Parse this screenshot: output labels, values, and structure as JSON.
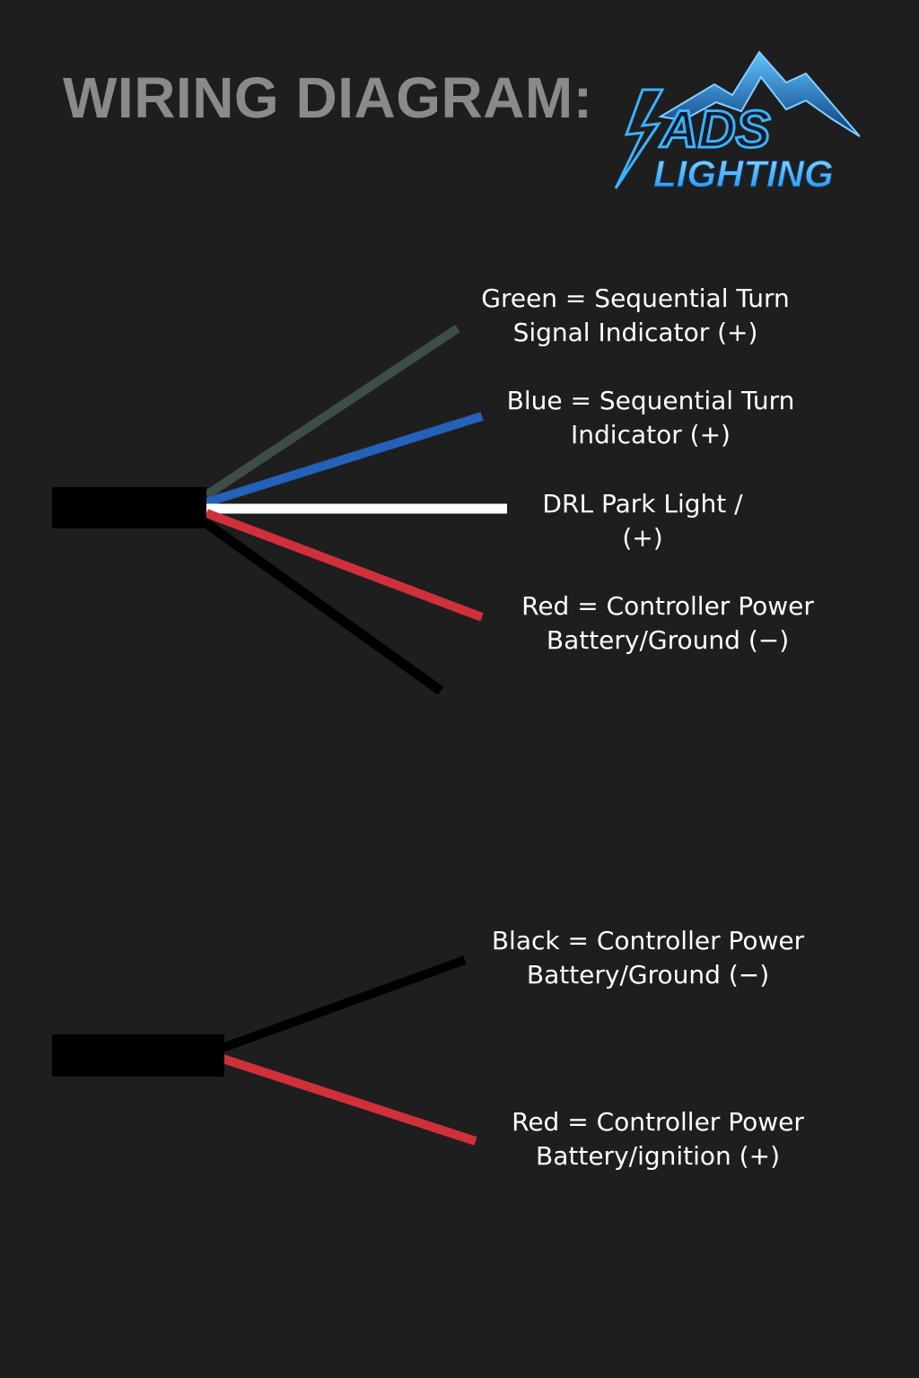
{
  "header": {
    "title": "WIRING DIAGRAM:",
    "logo_text_top": "ADS",
    "logo_text_bottom": "LIGHTING"
  },
  "connector_1": {
    "wires": [
      {
        "color_name": "green",
        "color": "#3d4d47",
        "label_line1": "Green = Sequential Turn",
        "label_line2": "Signal Indicator (+)"
      },
      {
        "color_name": "blue",
        "color": "#2461b8",
        "label_line1": "Blue = Sequential Turn",
        "label_line2": "Indicator (+)"
      },
      {
        "color_name": "white",
        "color": "#ffffff",
        "label_line1": "DRL Park Light /",
        "label_line2": "(+)"
      },
      {
        "color_name": "red",
        "color": "#d0303a",
        "label_line1": "Red = Controller Power",
        "label_line2": "Battery/Ground (−)"
      },
      {
        "color_name": "black",
        "color": "#000000"
      }
    ]
  },
  "connector_2": {
    "wires": [
      {
        "color_name": "black",
        "color": "#000000",
        "label_line1": "Black = Controller Power",
        "label_line2": "Battery/Ground (−)"
      },
      {
        "color_name": "red",
        "color": "#d0303a",
        "label_line1": "Red = Controller Power",
        "label_line2": "Battery/ignition (+)"
      }
    ]
  },
  "colors": {
    "background": "#1e1e1e",
    "title": "#8a8a8a",
    "logo_blue": "#2aa8ff",
    "label_text": "#ffffff"
  }
}
